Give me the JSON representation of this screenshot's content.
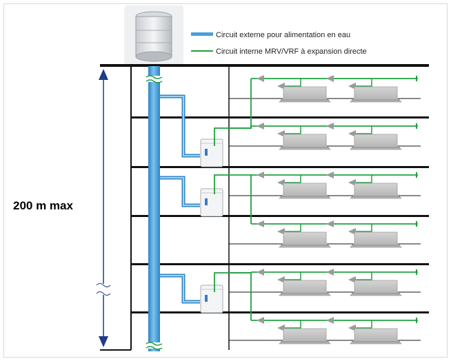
{
  "legend": {
    "water_circuit": "Circuit externe pour alimentation en eau",
    "vrf_circuit": "Circuit interne MRV/VRF à expansion directe"
  },
  "height_label": "200 m max",
  "colors": {
    "water_pipe": "#4a9fd8",
    "water_pipe_light": "#7cc3ee",
    "refrigerant": "#20a040",
    "structure": "#111111",
    "dimension": "#1f3c8a",
    "indoor_unit": "#c4c4c4",
    "arrow": "#9a9a9a"
  },
  "icons": {
    "cooling_tower": "cooling-tower-icon",
    "outdoor_unit": "water-cooled-unit-icon",
    "indoor_unit": "cassette-unit-icon"
  }
}
